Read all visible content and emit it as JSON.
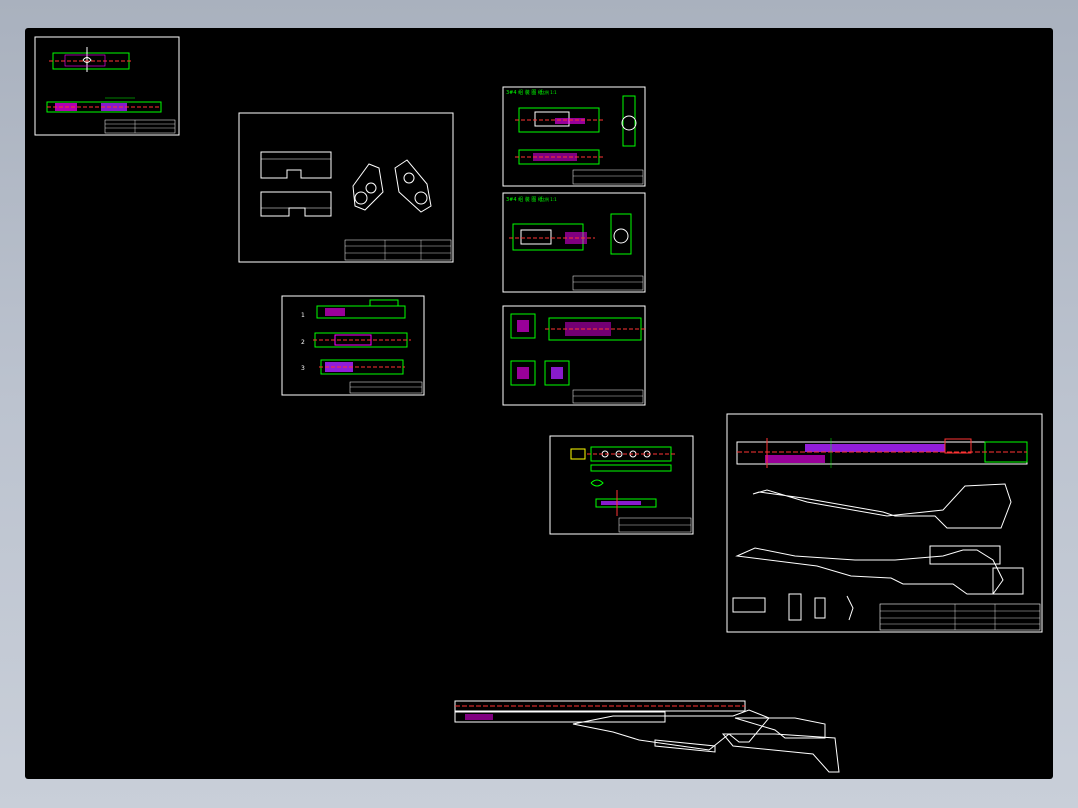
{
  "viewer": {
    "background_color": "#b8c0cc",
    "canvas_color": "#000000"
  },
  "drawing": {
    "colors": {
      "frame": "#ffffff",
      "outline": "#00ff00",
      "hidden": "#ff00ff",
      "center": "#ff3333",
      "dim": "#ffff00",
      "cyan": "#00ffff",
      "blue": "#4466ff"
    },
    "sheet_labels": {
      "sheet_4_title": "3#4 组 装 图 纸",
      "sheet_4_scale": "比例 1:1",
      "sheet_5_title": "3#4 组 装 图 纸",
      "sheet_5_scale": "比例 1:1"
    },
    "views_side_markers": [
      "1",
      "2",
      "3"
    ]
  }
}
